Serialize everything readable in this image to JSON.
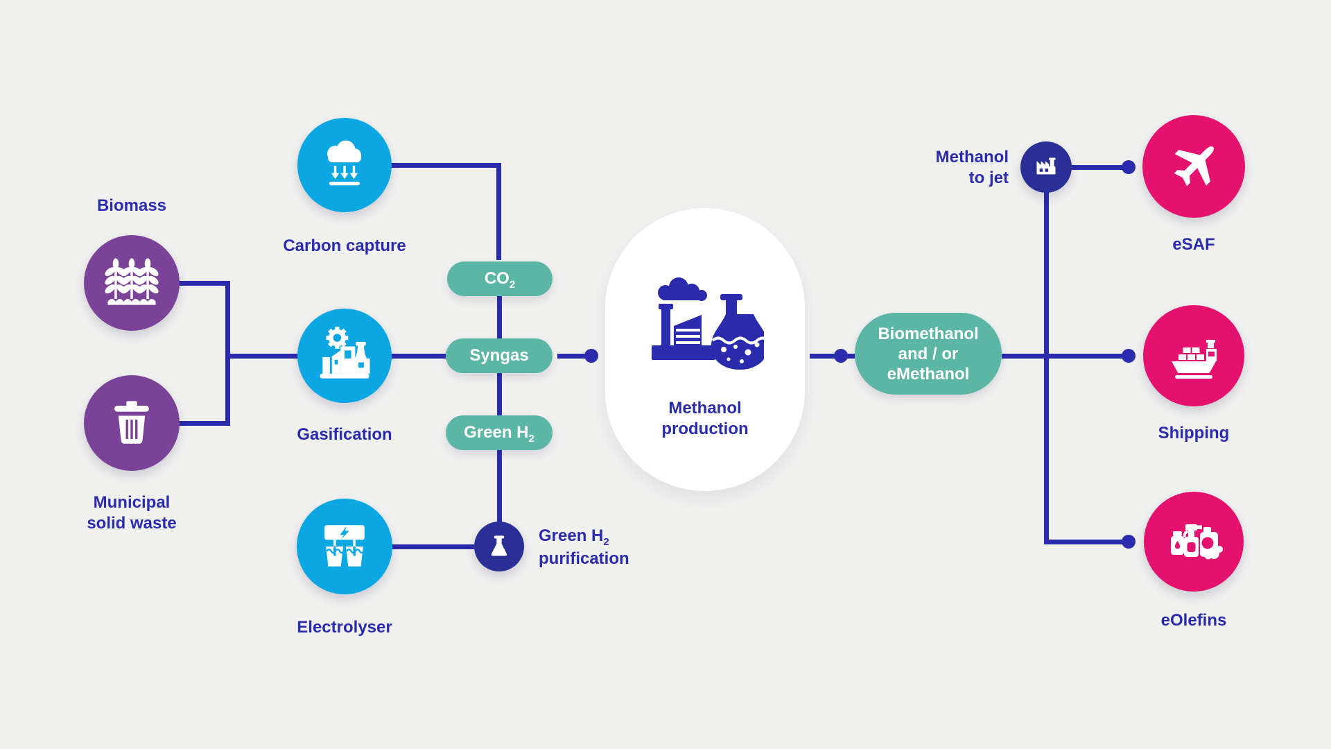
{
  "diagram": {
    "inputs": {
      "biomass_label": "Biomass",
      "municipal_line1": "Municipal",
      "municipal_line2": "solid waste"
    },
    "processes": {
      "carbon_capture": "Carbon capture",
      "gasification": "Gasification",
      "electrolyser": "Electrolyser"
    },
    "streams": {
      "co2_base": "CO",
      "co2_sub": "2",
      "syngas": "Syngas",
      "green_h2_base": "Green H",
      "green_h2_sub": "2"
    },
    "purification": {
      "line1_base": "Green H",
      "line1_sub": "2",
      "line2": "purification"
    },
    "production": {
      "line1": "Methanol",
      "line2": "production"
    },
    "output_pill": {
      "line1": "Biomethanol",
      "line2": "and / or",
      "line3": "eMethanol"
    },
    "methanol_to_jet": {
      "line1": "Methanol",
      "line2": "to jet"
    },
    "end_uses": {
      "esaf": "eSAF",
      "shipping": "Shipping",
      "eolefins": "eOlefins"
    },
    "colors": {
      "background": "#f0f0ef",
      "navy": "#2b2bad",
      "navy_circle": "#2a2f96",
      "teal": "#5cb6a5",
      "cyan": "#0ba7e2",
      "purple": "#7a4397",
      "pink": "#e5116f"
    }
  }
}
